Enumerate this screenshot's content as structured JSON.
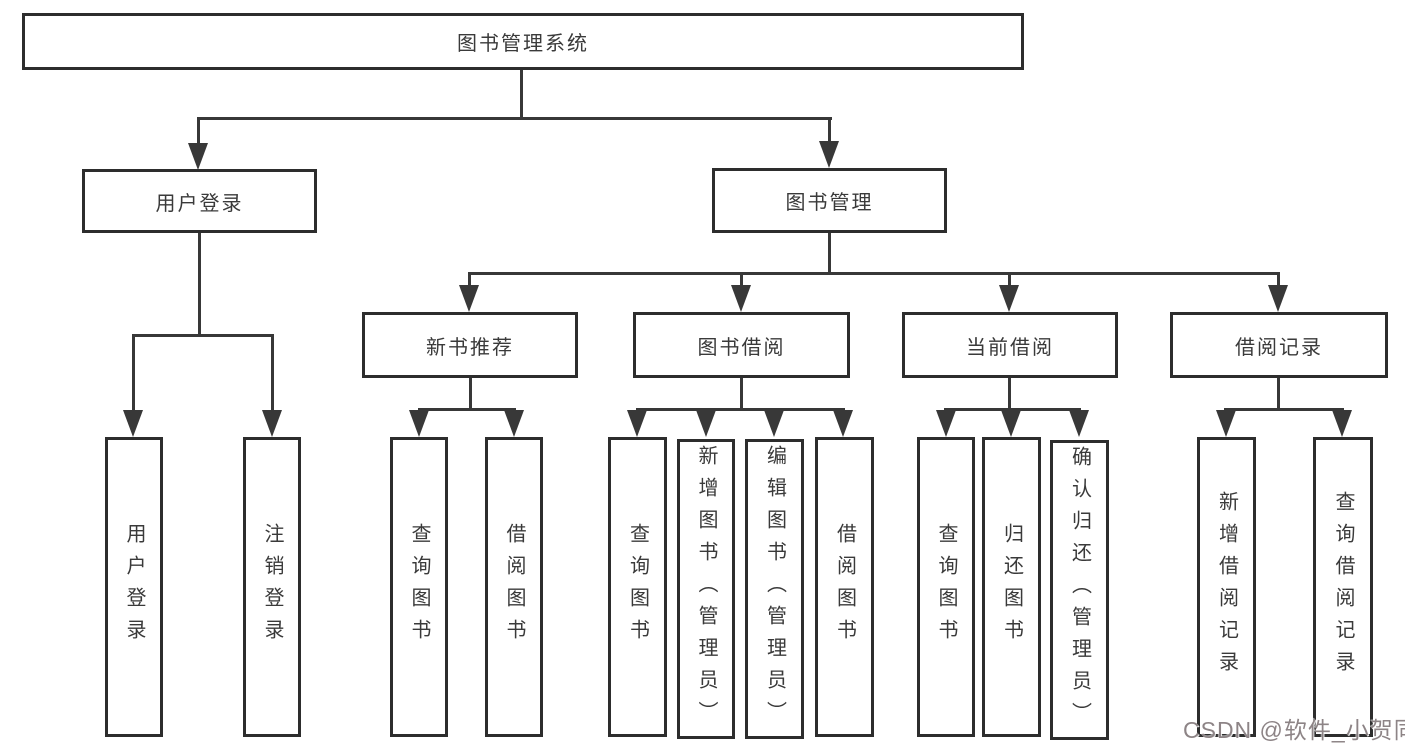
{
  "diagram": {
    "type": "hierarchy-tree",
    "title": "图书管理系统",
    "nodes": {
      "root": {
        "label": "图书管理系统"
      },
      "user_login": {
        "label": "用户登录"
      },
      "book_mgmt": {
        "label": "图书管理"
      },
      "new_book": {
        "label": "新书推荐"
      },
      "book_borrow": {
        "label": "图书借阅"
      },
      "current_borrow": {
        "label": "当前借阅"
      },
      "borrow_record": {
        "label": "借阅记录"
      },
      "ul_login": {
        "label": "用户登录"
      },
      "ul_logout": {
        "label": "注销登录"
      },
      "nb_query": {
        "label": "查询图书"
      },
      "nb_borrow": {
        "label": "借阅图书"
      },
      "bb_query": {
        "label": "查询图书"
      },
      "bb_add": {
        "label": "新增图书（管理员）"
      },
      "bb_edit": {
        "label": "编辑图书（管理员）"
      },
      "bb_borrow": {
        "label": "借阅图书"
      },
      "cb_query": {
        "label": "查询图书"
      },
      "cb_return": {
        "label": "归还图书"
      },
      "cb_confirm": {
        "label": "确认归还（管理员）"
      },
      "br_add": {
        "label": "新增借阅记录"
      },
      "br_query": {
        "label": "查询借阅记录"
      }
    },
    "hierarchy": {
      "图书管理系统": {
        "用户登录": [
          "用户登录",
          "注销登录"
        ],
        "图书管理": {
          "新书推荐": [
            "查询图书",
            "借阅图书"
          ],
          "图书借阅": [
            "查询图书",
            "新增图书（管理员）",
            "编辑图书（管理员）",
            "借阅图书"
          ],
          "当前借阅": [
            "查询图书",
            "归还图书",
            "确认归还（管理员）"
          ],
          "借阅记录": [
            "新增借阅记录",
            "查询借阅记录"
          ]
        }
      }
    },
    "colors": {
      "line": "#383838",
      "box_border": "#2d2d2d",
      "box_fill": "#ffffff",
      "text": "#3a3a3a",
      "watermark": "#8d8486"
    },
    "watermark": "CSDN @软件_小贺同学"
  }
}
